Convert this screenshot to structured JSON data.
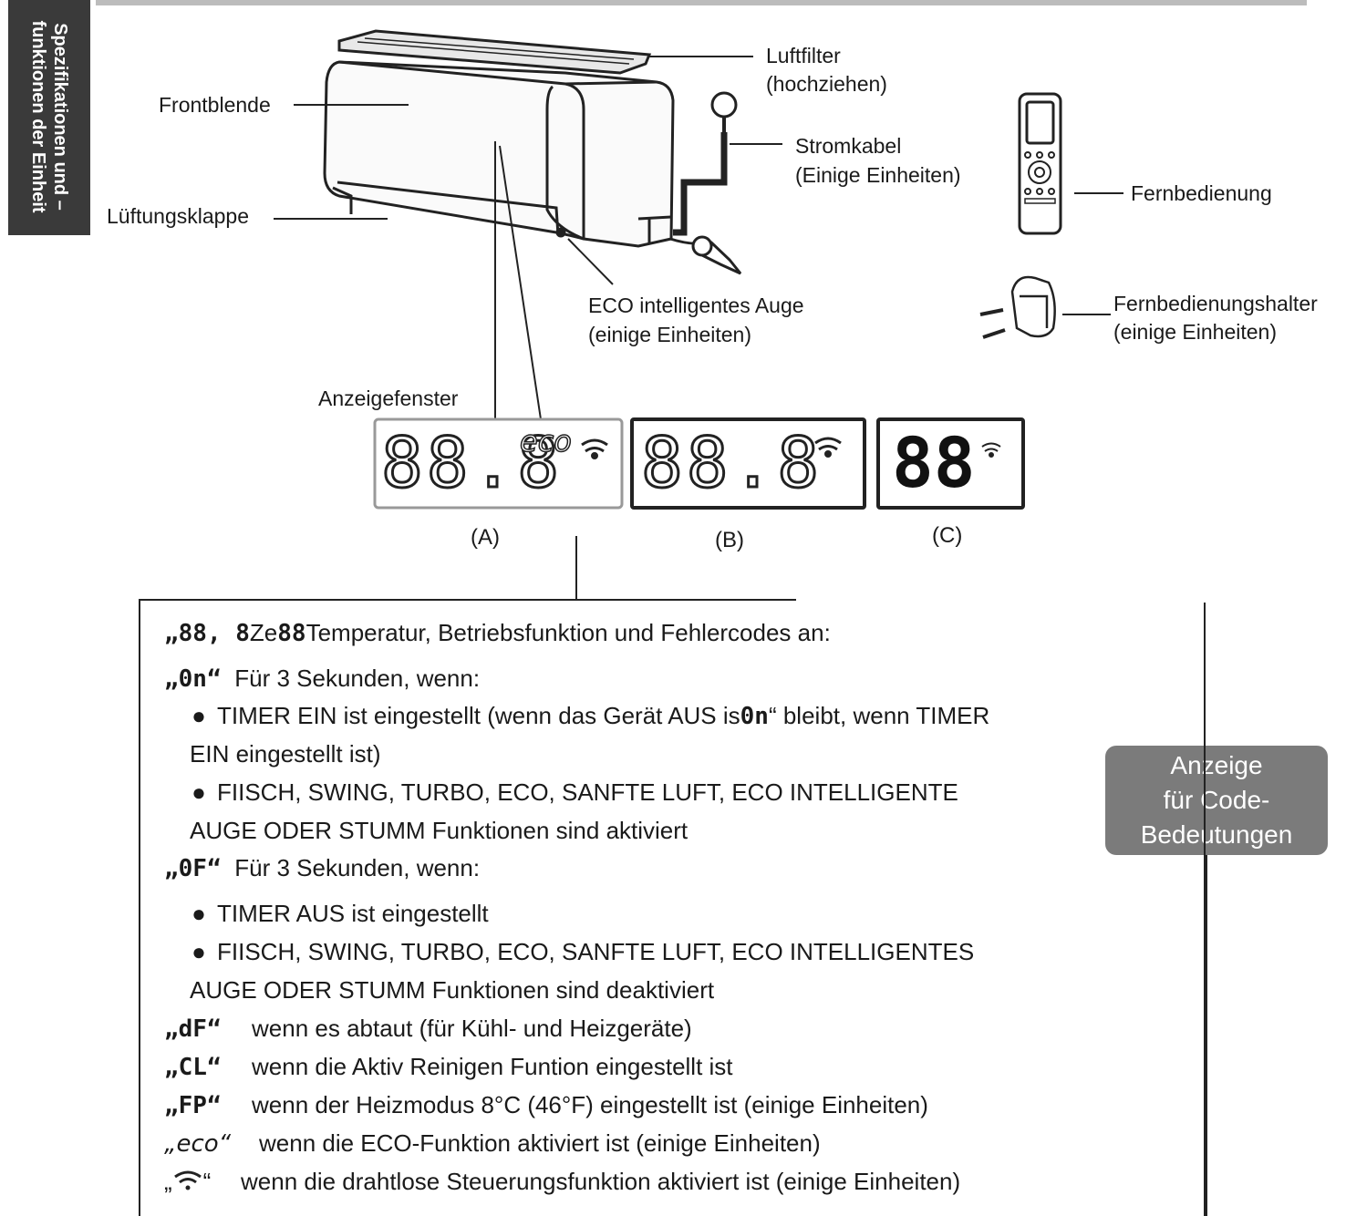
{
  "side_tab": {
    "text": "Spezifikationen und –funktionen der Einheit"
  },
  "labels": {
    "frontblende": "Frontblende",
    "lueftungsklappe": "Lüftungsklappe",
    "luftfilter_1": "Luftfilter",
    "luftfilter_2": "(hochziehen)",
    "stromkabel_1": "Stromkabel",
    "stromkabel_2": "(Einige Einheiten)",
    "fernbedienung": "Fernbedienung",
    "eco_auge_1": "ECO intelligentes Auge",
    "eco_auge_2": "(einige Einheiten)",
    "halter_1": "Fernbedienungshalter",
    "halter_2": "(einige Einheiten)",
    "anzeigefenster": "Anzeigefenster"
  },
  "displays": {
    "a": {
      "digits": "88.8",
      "eco": "eco",
      "caption": "(A)"
    },
    "b": {
      "digits": "88.8",
      "caption": "(B)"
    },
    "c": {
      "digits": "88",
      "caption": "(C)"
    }
  },
  "code_badge": {
    "text": "Anzeige\nfür Code-\nBedeutungen"
  },
  "codes": {
    "line1_symbols": "„88, 8",
    "line1_mid": "Ze",
    "line1_sym2": "88",
    "line1_text": "Temperatur, Betriebsfunktion und Fehlercodes an:",
    "on_symbol": "„0n“",
    "on_text": "Für 3 Sekunden, wenn:",
    "on_b1a": "TIMER EIN ist eingestellt (wenn das Gerät AUS is",
    "on_b1sym": "0n",
    "on_b1b": "“ bleibt, wenn TIMER",
    "on_b1c": "EIN eingestellt ist)",
    "on_b2a": "FIISCH, SWING, TURBO, ECO, SANFTE LUFT, ECO INTELLIGENTE",
    "on_b2b": "AUGE ODER STUMM Funktionen sind aktiviert",
    "of_symbol": "„0F“",
    "of_text": "Für 3 Sekunden, wenn:",
    "of_b1": "TIMER AUS ist eingestellt",
    "of_b2a": "FIISCH, SWING, TURBO, ECO, SANFTE LUFT, ECO INTELLIGENTES",
    "of_b2b": "AUGE ODER STUMM Funktionen sind deaktiviert",
    "df_symbol": "„dF“",
    "df_text": "wenn es abtaut (für Kühl- und Heizgeräte)",
    "cl_symbol": "„CL“",
    "cl_text": "wenn die Aktiv Reinigen Funtion eingestellt ist",
    "fp_symbol": "„FP“",
    "fp_text": "wenn der Heizmodus 8°C (46°F) eingestellt ist (einige Einheiten)",
    "eco_symbol": "„eco“",
    "eco_text": "wenn die ECO-Funktion aktiviert ist (einige Einheiten)",
    "wifi_symbol_open": "„",
    "wifi_symbol_close": "“",
    "wifi_text": "wenn die drahtlose Steuerungsfunktion aktiviert ist (einige Einheiten)"
  }
}
